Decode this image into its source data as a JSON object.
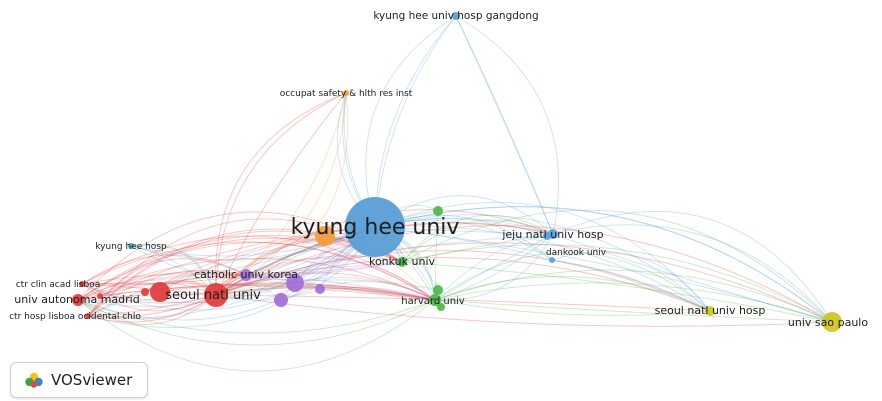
{
  "nodes": [
    {
      "id": "khu",
      "label": "kyung hee univ",
      "cluster": "blue"
    },
    {
      "id": "gangdong",
      "label": "kyung hee univ hosp gangdong",
      "cluster": "blue"
    },
    {
      "id": "occupat",
      "label": "occupat safety & hlth res inst",
      "cluster": "orange"
    },
    {
      "id": "jeju",
      "label": "jeju natl univ hosp",
      "cluster": "blue"
    },
    {
      "id": "dankook",
      "label": "dankook univ",
      "cluster": "blue"
    },
    {
      "id": "konkuk",
      "label": "konkuk univ",
      "cluster": "green"
    },
    {
      "id": "harvard",
      "label": "harvard univ",
      "cluster": "green"
    },
    {
      "id": "khhosp",
      "label": "kyung hee hosp",
      "cluster": "teal"
    },
    {
      "id": "catholic",
      "label": "catholic univ korea",
      "cluster": "purple"
    },
    {
      "id": "snu",
      "label": "seoul natl univ",
      "cluster": "red"
    },
    {
      "id": "madrid",
      "label": "univ autonoma madrid",
      "cluster": "red"
    },
    {
      "id": "ctrclin",
      "label": "ctr clin acad lisboa",
      "cluster": "red"
    },
    {
      "id": "ctrhosp",
      "label": "ctr hosp lisboa ocidental chlo",
      "cluster": "red"
    },
    {
      "id": "snuhosp",
      "label": "seoul natl univ hosp",
      "cluster": "yellow"
    },
    {
      "id": "saopaulo",
      "label": "univ sao paulo",
      "cluster": "yellow"
    }
  ],
  "cluster_colors": {
    "blue": "#5a9fd8",
    "orange": "#f59a3c",
    "green": "#4cb848",
    "teal": "#3bb3c4",
    "purple": "#a36ed6",
    "red": "#e23a3a",
    "yellow": "#cfc61f"
  },
  "logo": {
    "text": "VOSviewer",
    "icon": "vosviewer-logo-icon"
  }
}
